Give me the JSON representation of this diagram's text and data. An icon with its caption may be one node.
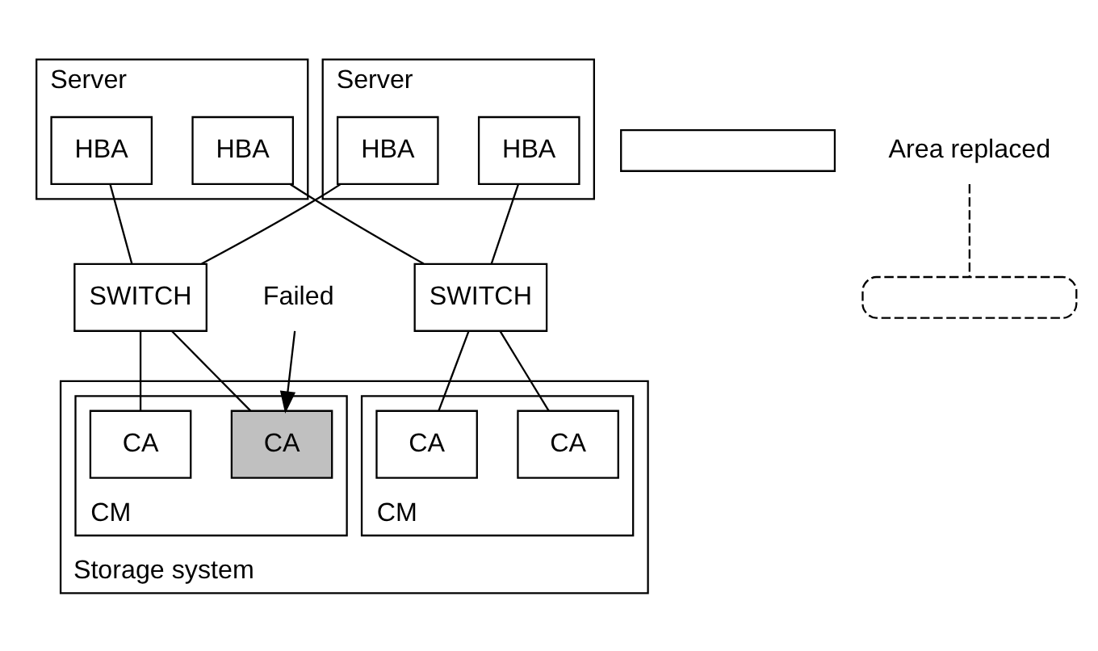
{
  "diagram": {
    "nodes": [
      {
        "text": [
          "Server"
        ]
      },
      {
        "text": [
          "Server"
        ]
      },
      {
        "text": [],
        "shape": "box"
      },
      {
        "text": [
          "HBA"
        ],
        "in": 0
      },
      {
        "text": [
          "HBA"
        ],
        "in": 0
      },
      {
        "text": [
          "HBA"
        ],
        "in": 1
      },
      {
        "text": [
          "HBA"
        ],
        "in": 1
      },
      {
        "text": [
          "SWITCH"
        ]
      },
      {
        "text": [
          "SWITCH"
        ]
      },
      {
        "text": [
          "Storage system"
        ]
      },
      {
        "text": [
          "CM"
        ],
        "in": 9
      },
      {
        "text": [
          "CA"
        ],
        "in": 10
      },
      {
        "text": [
          "CA"
        ],
        "in": 10
      },
      {
        "text": [
          "CM"
        ],
        "in": 9
      },
      {
        "text": [
          "CA"
        ],
        "in": 13
      },
      {
        "text": [
          "CA"
        ],
        "in": 13
      },
      {
        "text": [
          "Failed"
        ]
      },
      {
        "text": [
          "Area replaced"
        ]
      },
      {
        "text": [],
        "shape": "box"
      }
    ],
    "edges": [
      {
        "from": 3,
        "to": 8,
        "arrow": "none"
      },
      {
        "from": 4,
        "to": 7,
        "arrow": "none"
      },
      {
        "from": 5,
        "to": 7,
        "arrow": "none"
      },
      {
        "from": 6,
        "to": 8,
        "arrow": "none"
      },
      {
        "from": 7,
        "to": 11,
        "arrow": "none"
      },
      {
        "from": 7,
        "to": 12,
        "arrow": "none"
      },
      {
        "from": 8,
        "to": 14,
        "arrow": "none"
      },
      {
        "from": 8,
        "to": 15,
        "arrow": "none"
      },
      {
        "from": 16,
        "to": 14,
        "arrow": "to"
      },
      {
        "from": 17,
        "to": 18,
        "arrow": "none",
        "style": "dashed"
      }
    ]
  }
}
